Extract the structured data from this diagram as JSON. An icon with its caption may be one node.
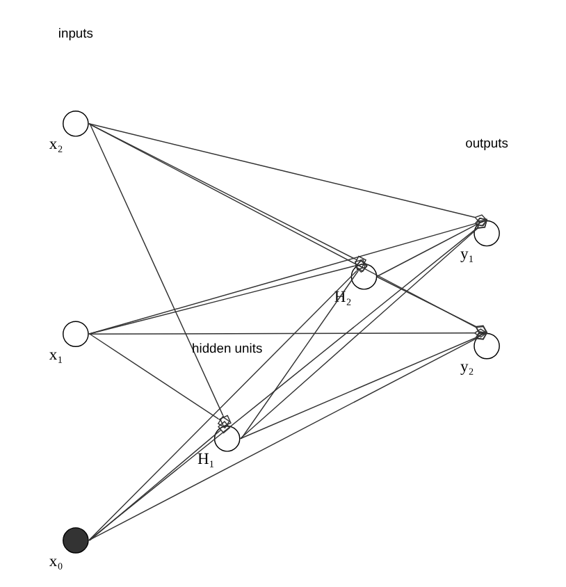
{
  "diagram": {
    "nodes": [
      {
        "text": [],
        "shape": "circle",
        "beside": [
          "y₁"
        ]
      },
      {
        "text": [],
        "shape": "circle",
        "beside": [
          "y₂"
        ]
      },
      {
        "text": [],
        "shape": "circle",
        "beside": [
          "H₂"
        ]
      },
      {
        "text": [],
        "shape": "circle",
        "beside": [
          "H₁"
        ]
      },
      {
        "text": [],
        "shape": "circle",
        "beside": [
          "x₂"
        ]
      },
      {
        "text": [],
        "shape": "circle",
        "beside": [
          "x₁"
        ]
      },
      {
        "text": [],
        "shape": "circle",
        "beside": [
          "x₀"
        ]
      }
    ],
    "edges": [
      {
        "from": 4,
        "to": 3,
        "arrow": "other"
      },
      {
        "from": 5,
        "to": 3,
        "arrow": "other"
      },
      {
        "from": 6,
        "to": 3,
        "arrow": "other"
      },
      {
        "from": 4,
        "to": 2,
        "arrow": "other"
      },
      {
        "from": 5,
        "to": 2,
        "arrow": "other"
      },
      {
        "from": 6,
        "to": 2,
        "arrow": "other"
      },
      {
        "from": 3,
        "to": 2,
        "arrow": "other"
      },
      {
        "from": 4,
        "to": 0,
        "arrow": "other"
      },
      {
        "from": 5,
        "to": 0,
        "arrow": "other"
      },
      {
        "from": 6,
        "to": 0,
        "arrow": "other"
      },
      {
        "from": 3,
        "to": 0,
        "arrow": "other"
      },
      {
        "from": 2,
        "to": 0,
        "arrow": "other"
      },
      {
        "from": 4,
        "to": 1,
        "arrow": "other"
      },
      {
        "from": 5,
        "to": 1,
        "arrow": "other"
      },
      {
        "from": 6,
        "to": 1,
        "arrow": "other"
      },
      {
        "from": 3,
        "to": 1,
        "arrow": "other"
      },
      {
        "from": 2,
        "to": 1,
        "arrow": "other"
      }
    ],
    "labels": [
      "outputs",
      "hidden units",
      "inputs"
    ]
  }
}
